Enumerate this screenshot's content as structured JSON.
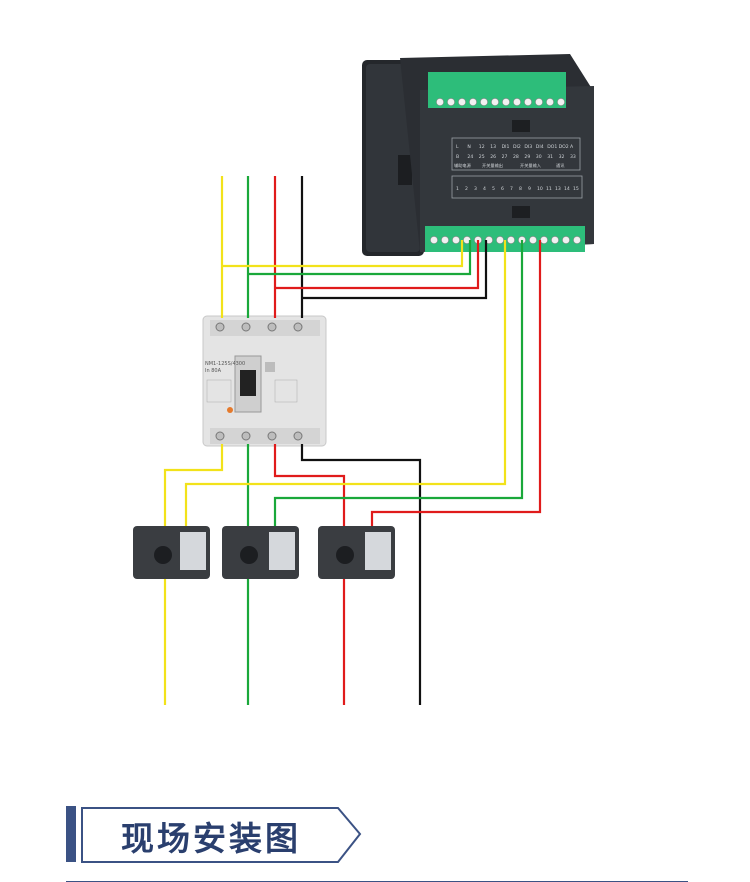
{
  "section": {
    "title": "现场安装图"
  },
  "colors": {
    "phase_a": "#f2e21a",
    "phase_b": "#1aa83a",
    "phase_c": "#e01b1b",
    "neutral": "#111111",
    "terminal": "#2dbd7a",
    "meter_body": "#2b2e33",
    "breaker_body": "#e4e4e4",
    "ct_body": "#3a3d41",
    "title_color": "#2a3f6e"
  },
  "diagram": {
    "meter": {
      "top_row_labels": [
        "L",
        "N",
        "12",
        "13",
        "DI1",
        "DI2",
        "DI3",
        "DI4",
        "DO1",
        "DO2",
        "A",
        "B",
        "24",
        "25",
        "26",
        "27",
        "28",
        "29",
        "30",
        "31",
        "32",
        "33"
      ],
      "mid_captions": [
        "辅助电源",
        "开关量输出",
        "开关量输入",
        "通讯"
      ],
      "bottom_row_labels": [
        "1",
        "2",
        "3",
        "4",
        "5",
        "6",
        "7",
        "8",
        "9",
        "10",
        "11",
        "13",
        "14",
        "15"
      ]
    },
    "breaker": {
      "model": "NM1-125S/4300",
      "rating": "In 80A"
    }
  }
}
